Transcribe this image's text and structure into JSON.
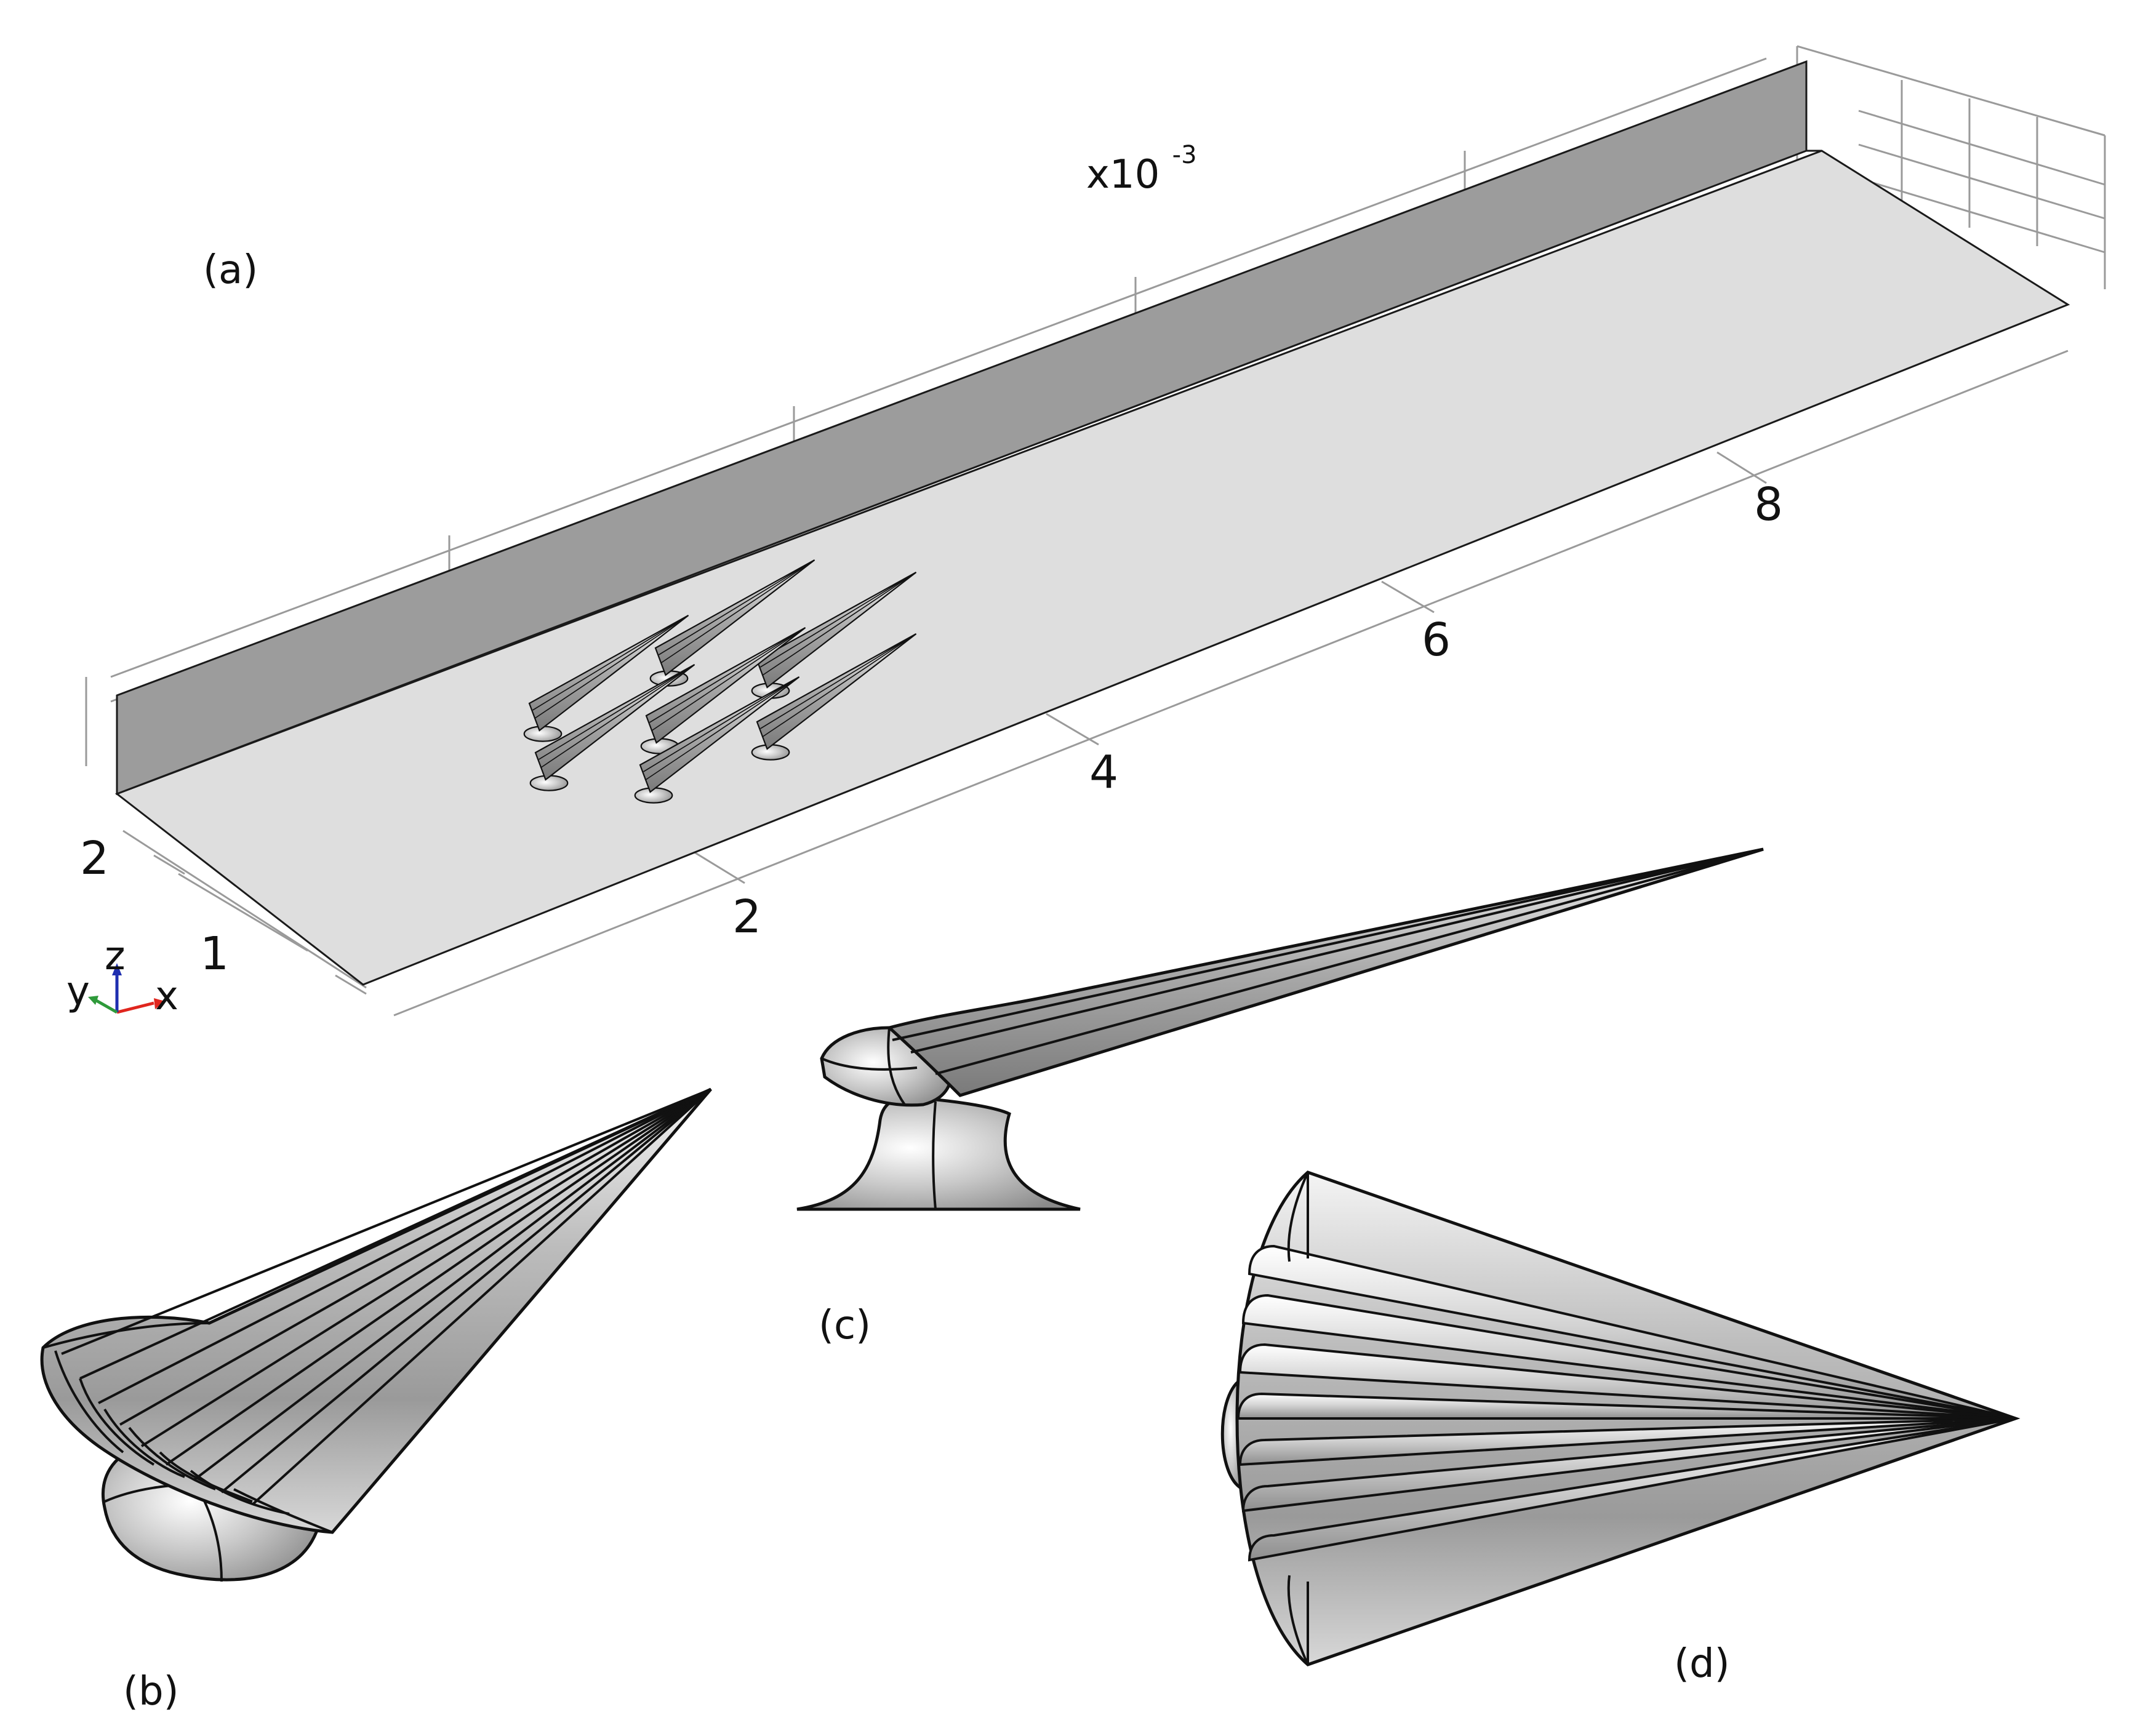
{
  "panels": {
    "a": {
      "label": "(a)"
    },
    "b": {
      "label": "(b)"
    },
    "c": {
      "label": "(c)"
    },
    "d": {
      "label": "(d)"
    }
  },
  "scale_base": "x10",
  "scale_exponent": "-3",
  "x_ticks": [
    "2",
    "4",
    "6",
    "8"
  ],
  "y_ticks": [
    "1",
    "2"
  ],
  "triad": {
    "x": "x",
    "y": "y",
    "z": "z"
  },
  "colors": {
    "wall": "#9c9c9c",
    "floor": "#dedede",
    "grid": "#9a9a9a",
    "part": "#a8a8a8",
    "edge": "#000000",
    "axis_x": "#e0261e",
    "axis_y": "#2e9a3a",
    "axis_z": "#1f2fb0"
  }
}
